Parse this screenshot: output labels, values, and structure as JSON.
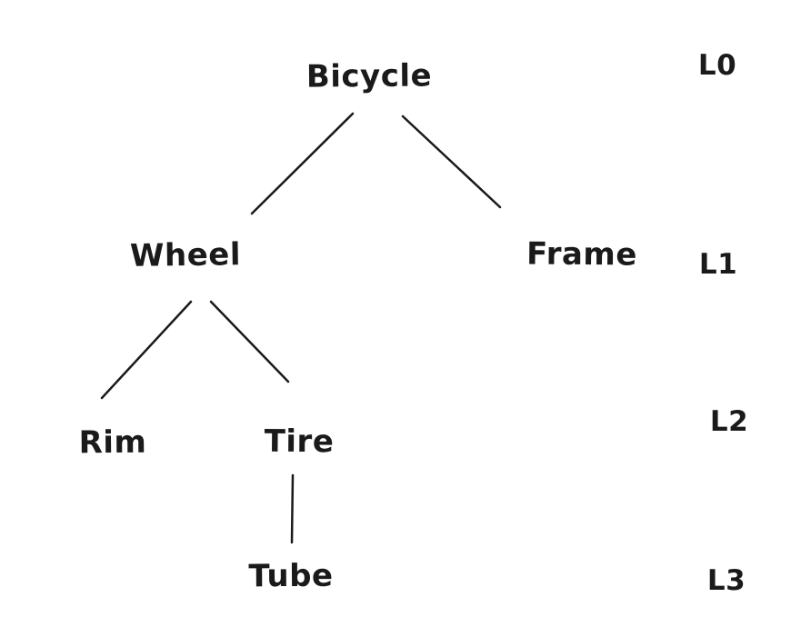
{
  "colors": {
    "ink": "#1a1a1a",
    "background": "#ffffff"
  },
  "tree": {
    "nodes": [
      {
        "id": "bicycle",
        "label": "Bicycle",
        "level": "L0"
      },
      {
        "id": "wheel",
        "label": "Wheel",
        "level": "L1"
      },
      {
        "id": "frame",
        "label": "Frame",
        "level": "L1"
      },
      {
        "id": "rim",
        "label": "Rim",
        "level": "L2"
      },
      {
        "id": "tire",
        "label": "Tire",
        "level": "L2"
      },
      {
        "id": "tube",
        "label": "Tube",
        "level": "L3"
      }
    ],
    "edges": [
      {
        "from": "Bicycle",
        "to": "Wheel"
      },
      {
        "from": "Bicycle",
        "to": "Frame"
      },
      {
        "from": "Wheel",
        "to": "Rim"
      },
      {
        "from": "Wheel",
        "to": "Tire"
      },
      {
        "from": "Tire",
        "to": "Tube"
      }
    ]
  },
  "level_labels": [
    {
      "label": "L0"
    },
    {
      "label": "L1"
    },
    {
      "label": "L2"
    },
    {
      "label": "L3"
    }
  ]
}
